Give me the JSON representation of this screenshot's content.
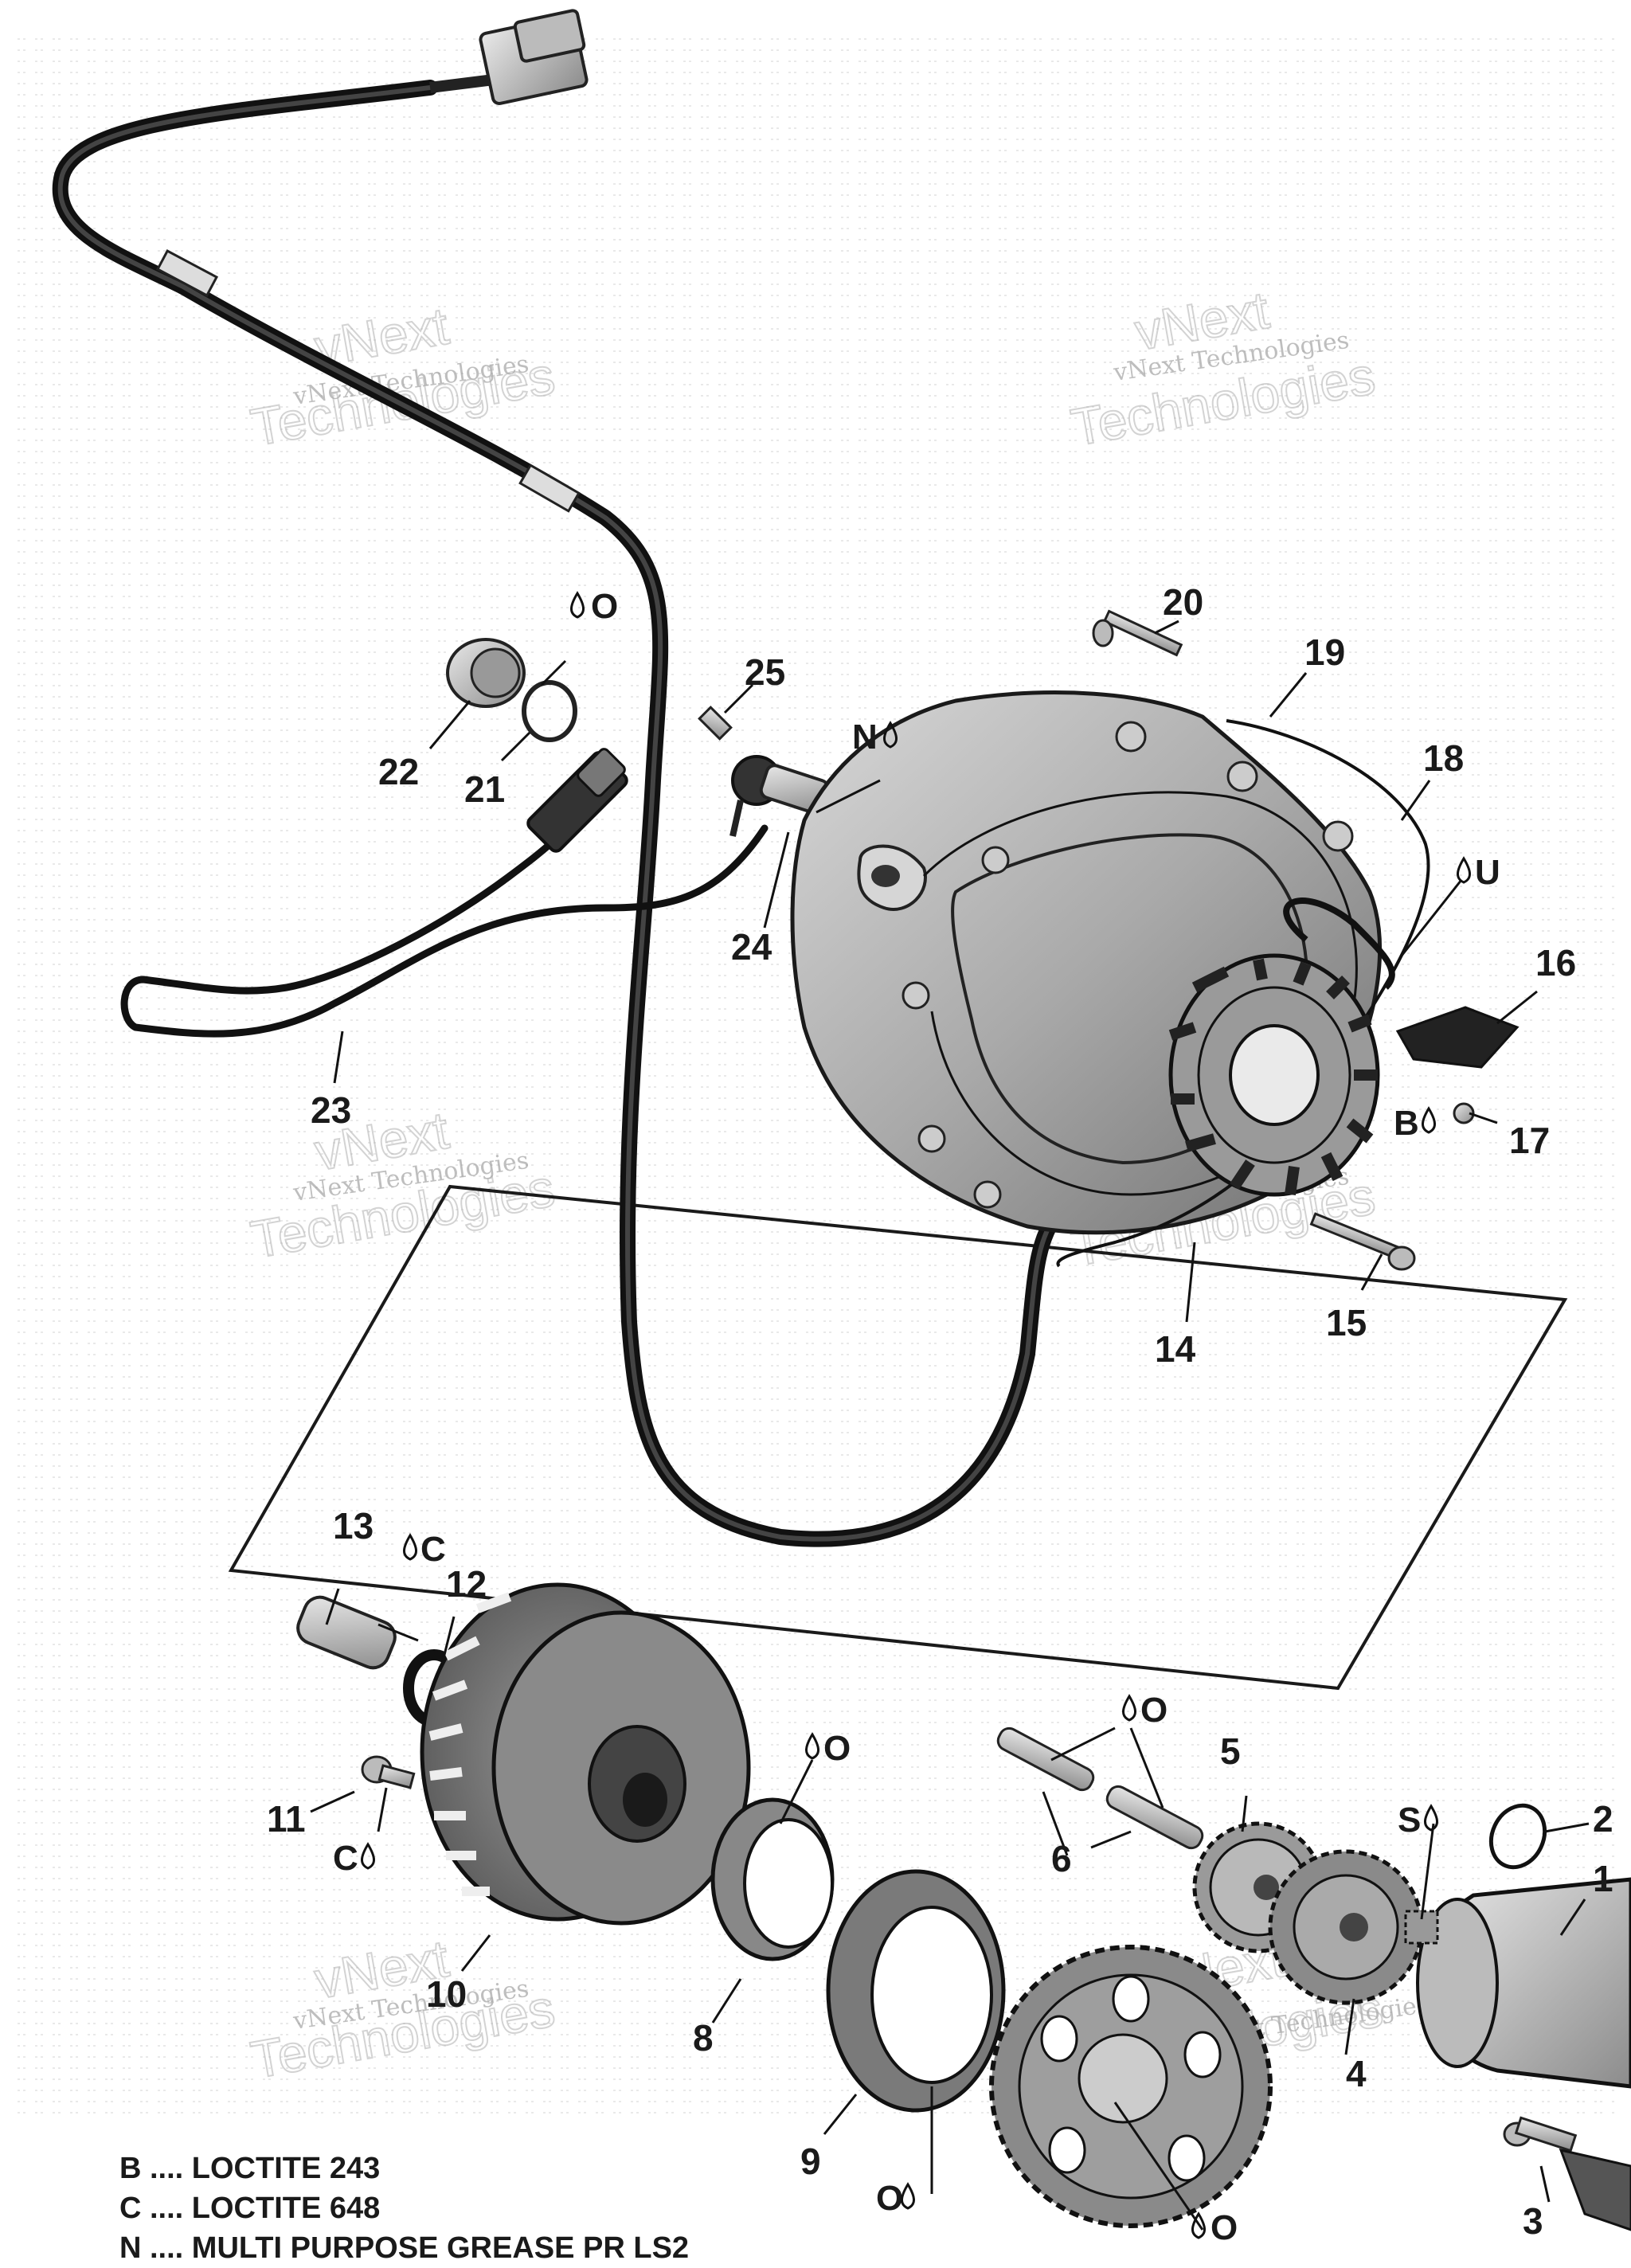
{
  "watermark": {
    "small": "vNext Technologies",
    "big_top": "vNext",
    "big_bottom": "Technologies"
  },
  "callouts": {
    "c1": "1",
    "c2": "2",
    "c3": "3",
    "c4": "4",
    "c5": "5",
    "c6": "6",
    "c8": "8",
    "c9": "9",
    "c10": "10",
    "c11": "11",
    "c12": "12",
    "c13": "13",
    "c14": "14",
    "c15": "15",
    "c16": "16",
    "c17": "17",
    "c18": "18",
    "c19": "19",
    "c20": "20",
    "c21": "21",
    "c22": "22",
    "c23": "23",
    "c24": "24",
    "c25": "25"
  },
  "marks": {
    "O": "O",
    "N": "N",
    "U": "U",
    "B": "B",
    "C": "C",
    "S": "S"
  },
  "legend": [
    "B .... LOCTITE 243",
    "C .... LOCTITE 648",
    "N .... MULTI PURPOSE GREASE PR LS2"
  ]
}
